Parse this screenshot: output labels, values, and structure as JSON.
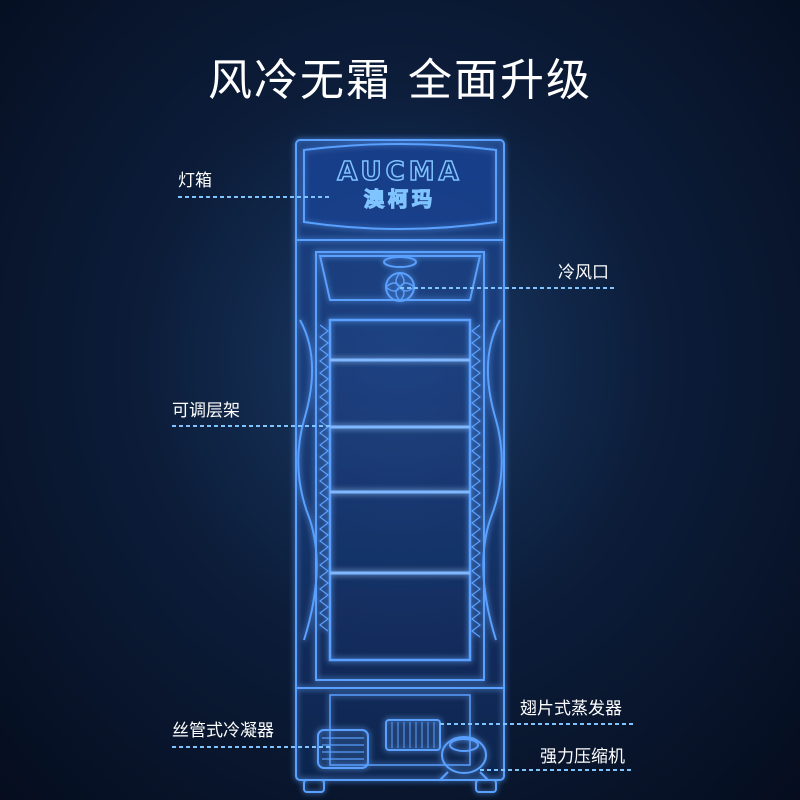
{
  "title": "风冷无霜 全面升级",
  "brand": {
    "name_en": "AUCMA",
    "name_cn": "澳柯玛"
  },
  "labels": {
    "light_box": "灯箱",
    "air_outlet": "冷风口",
    "adjustable_shelf": "可调层架",
    "fin_evaporator": "翅片式蒸发器",
    "wire_condenser": "丝管式冷凝器",
    "compressor": "强力压缩机"
  },
  "colors": {
    "line": "#5aa0ff",
    "glow": "#2f6fe0",
    "dash": "#7fc4ff",
    "text": "#ffffff"
  }
}
